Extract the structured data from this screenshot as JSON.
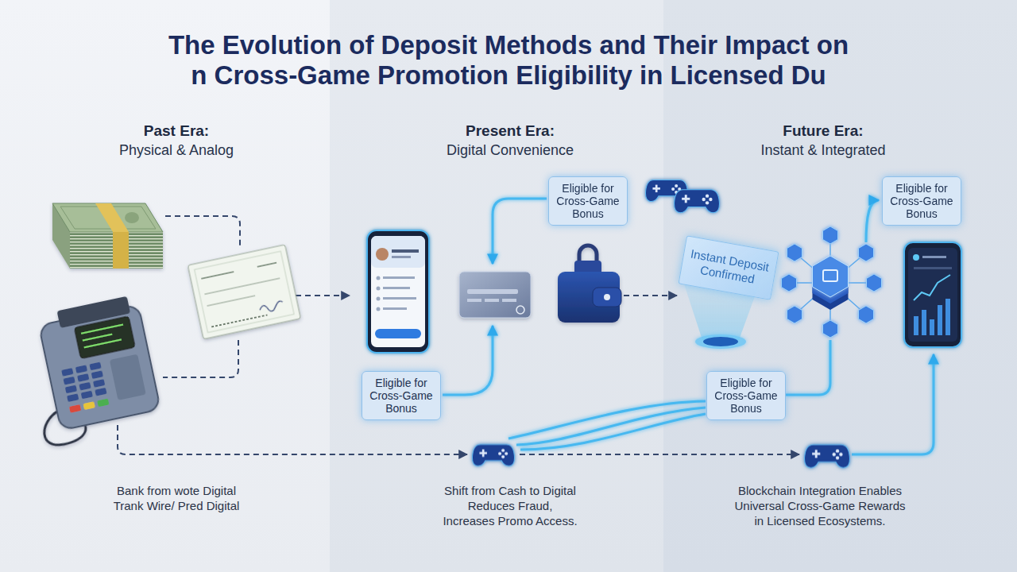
{
  "diagram": {
    "title": "The Evolution of Deposit Methods and Their Impact on n Cross-Game Promotion Eligibility in Licensed Du",
    "nodes": [
      {
        "text": [
          "Past Era:",
          "Physical & Analog",
          "Bank from wote Digital Trank Wire/ Pred Digital"
        ]
      },
      {
        "text": [
          "Present Era:",
          "Digital Convenience",
          "Shift from Cash to Digital Reduces Fraud, Increases Promo Access."
        ]
      },
      {
        "text": [
          "Eligible for Cross-Game Bonus"
        ],
        "in": 1
      },
      {
        "text": [
          "Eligible for Cross-Game Bonus"
        ],
        "in": 1
      },
      {
        "text": [
          "Future Era:",
          "Instant & Integrated",
          "Blockchain Integration Enables Universal Cross-Game Rewards in Licensed Ecosystems."
        ]
      },
      {
        "text": [
          "Eligible for Cross-Game Bonus"
        ],
        "in": 4
      },
      {
        "text": [
          "Instant Deposit Confirmed"
        ],
        "in": 4
      },
      {
        "text": [
          "Eligible for Cross-Game Bonus"
        ],
        "in": 4
      }
    ]
  }
}
